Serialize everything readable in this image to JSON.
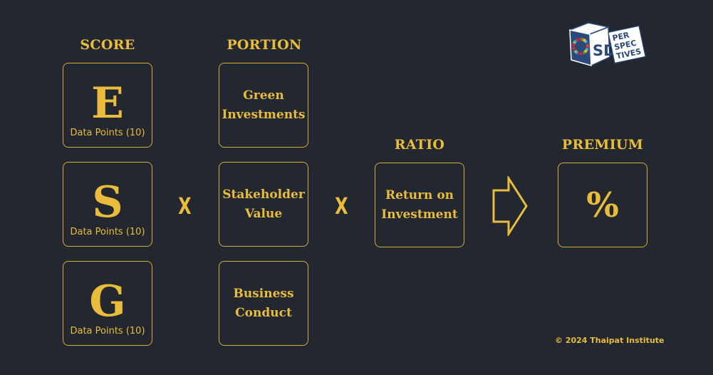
{
  "headings": {
    "score": "SCORE",
    "portion": "PORTION",
    "ratio": "RATIO",
    "premium": "PREMIUM"
  },
  "score_boxes": [
    {
      "letter": "E",
      "data_points": "Data Points (10)"
    },
    {
      "letter": "S",
      "data_points": "Data Points (10)"
    },
    {
      "letter": "G",
      "data_points": "Data Points (10)"
    }
  ],
  "portion_boxes": [
    {
      "line1": "Green",
      "line2": "Investments"
    },
    {
      "line1": "Stakeholder",
      "line2": "Value"
    },
    {
      "line1": "Business",
      "line2": "Conduct"
    }
  ],
  "ratio_box": {
    "line1": "Return on",
    "line2": "Investment"
  },
  "premium_box": {
    "symbol": "%"
  },
  "operators": [
    "X",
    "X"
  ],
  "logo": {
    "sd": "SD",
    "per": "PER",
    "spec": "SPEC",
    "tives": "TIVES"
  },
  "copyright": "© 2024 Thaipat Institute",
  "colors": {
    "background": "#23272f",
    "accent": "#e9bd3b",
    "border": "#d8ad3a"
  }
}
